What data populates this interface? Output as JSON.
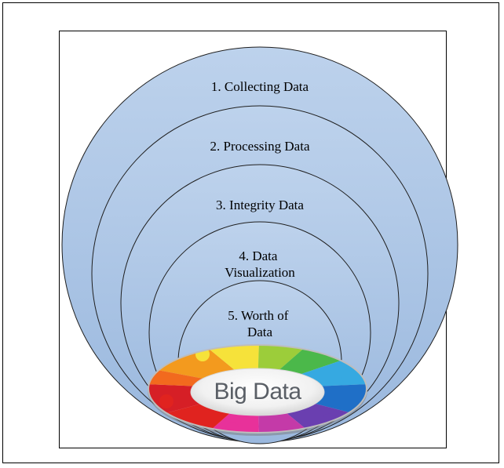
{
  "stages": [
    {
      "lines": [
        "1. Collecting Data"
      ]
    },
    {
      "lines": [
        "2. Processing Data"
      ]
    },
    {
      "lines": [
        "3. Integrity Data"
      ]
    },
    {
      "lines": [
        "4. Data",
        "Visualization"
      ]
    },
    {
      "lines": [
        "5. Worth of",
        "Data"
      ]
    }
  ],
  "center": {
    "label": "Big Data"
  },
  "colors": {
    "circle_fill": "#a9c4e4",
    "circle_stroke": "#1f1f1f"
  }
}
